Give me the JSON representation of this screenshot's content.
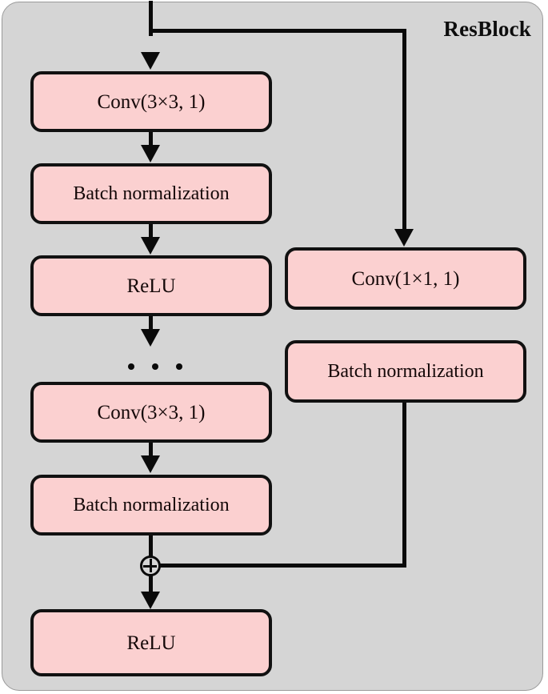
{
  "diagram": {
    "title": "ResBlock",
    "type": "residual-block-flowchart",
    "colors": {
      "container_background": "#d5d5d5",
      "node_fill": "#fbd0d0",
      "node_border": "#111111",
      "connector": "#0a0a0a",
      "text": "#140808",
      "page_background": "#ffffff"
    },
    "main_branch": {
      "name": "main-path",
      "nodes": [
        {
          "id": "conv-3x3-1",
          "label": "Conv(3×3, 1)"
        },
        {
          "id": "batch-norm-1",
          "label": "Batch normalization"
        },
        {
          "id": "relu-1",
          "label": "ReLU"
        },
        {
          "id": "ellipsis",
          "label": "• • •"
        },
        {
          "id": "conv-3x3-2",
          "label": "Conv(3×3, 1)"
        },
        {
          "id": "batch-norm-2",
          "label": "Batch normalization"
        },
        {
          "id": "relu-out",
          "label": "ReLU"
        }
      ]
    },
    "shortcut_branch": {
      "name": "shortcut-path",
      "nodes": [
        {
          "id": "conv-1x1-1",
          "label": "Conv(1×1, 1)"
        },
        {
          "id": "batch-norm-shortcut",
          "label": "Batch normalization"
        }
      ]
    },
    "merge": {
      "id": "add-node",
      "symbol": "⊕",
      "operation": "element-wise addition"
    }
  }
}
